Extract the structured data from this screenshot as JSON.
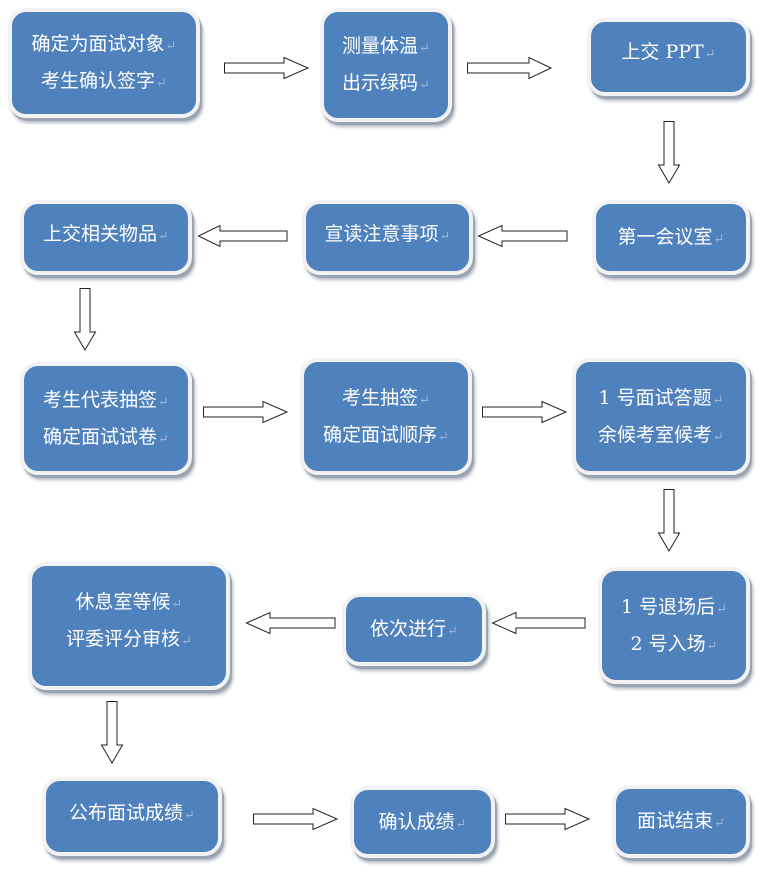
{
  "diagram": {
    "type": "flowchart",
    "colors": {
      "box_fill": "#4f81bd",
      "box_border": "#f2f2f2",
      "text": "#ffffff"
    },
    "steps": [
      {
        "id": "s1",
        "lines": [
          "确定为面试对象",
          "考生确认签字"
        ]
      },
      {
        "id": "s2",
        "lines": [
          "测量体温",
          "出示绿码"
        ]
      },
      {
        "id": "s3",
        "lines": [
          "上交 PPT"
        ]
      },
      {
        "id": "s4",
        "lines": [
          "第一会议室"
        ]
      },
      {
        "id": "s5",
        "lines": [
          "宣读注意事项"
        ]
      },
      {
        "id": "s6",
        "lines": [
          "上交相关物品"
        ]
      },
      {
        "id": "s7",
        "lines": [
          "考生代表抽签",
          "确定面试试卷"
        ]
      },
      {
        "id": "s8",
        "lines": [
          "考生抽签",
          "确定面试顺序"
        ]
      },
      {
        "id": "s9",
        "lines": [
          "1 号面试答题",
          "余候考室候考"
        ]
      },
      {
        "id": "s10",
        "lines": [
          "1 号退场后",
          "2 号入场"
        ]
      },
      {
        "id": "s11",
        "lines": [
          "依次进行"
        ]
      },
      {
        "id": "s12",
        "lines": [
          "休息室等候",
          "评委评分审核"
        ]
      },
      {
        "id": "s13",
        "lines": [
          "公布面试成绩"
        ]
      },
      {
        "id": "s14",
        "lines": [
          "确认成绩"
        ]
      },
      {
        "id": "s15",
        "lines": [
          "面试结束"
        ]
      }
    ],
    "edges": [
      {
        "from": "s1",
        "to": "s2",
        "direction": "right"
      },
      {
        "from": "s2",
        "to": "s3",
        "direction": "right"
      },
      {
        "from": "s3",
        "to": "s4",
        "direction": "down"
      },
      {
        "from": "s4",
        "to": "s5",
        "direction": "left"
      },
      {
        "from": "s5",
        "to": "s6",
        "direction": "left"
      },
      {
        "from": "s6",
        "to": "s7",
        "direction": "down"
      },
      {
        "from": "s7",
        "to": "s8",
        "direction": "right"
      },
      {
        "from": "s8",
        "to": "s9",
        "direction": "right"
      },
      {
        "from": "s9",
        "to": "s10",
        "direction": "down"
      },
      {
        "from": "s10",
        "to": "s11",
        "direction": "left"
      },
      {
        "from": "s11",
        "to": "s12",
        "direction": "left"
      },
      {
        "from": "s12",
        "to": "s13",
        "direction": "down"
      },
      {
        "from": "s13",
        "to": "s14",
        "direction": "right"
      },
      {
        "from": "s14",
        "to": "s15",
        "direction": "right"
      }
    ]
  }
}
